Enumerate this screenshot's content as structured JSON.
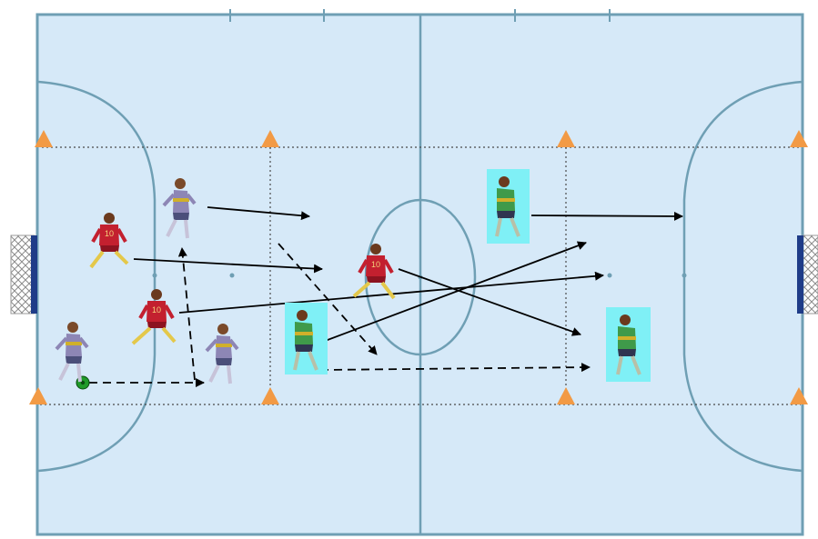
{
  "colors": {
    "court_fill": "#d6e9f8",
    "court_line": "#6f9fb4",
    "cone": "#f29a45",
    "arrow": "#000000",
    "goal_frame": "#1f3c88",
    "red_kit": "#c3202f",
    "purple_kit": "#8d86b5",
    "green_kit": "#3f9a4a",
    "green_highlight": "#7ff0f6",
    "ball": "#1f9a2a"
  },
  "players": [
    {
      "team": "purple",
      "icon": "purple-player-icon"
    },
    {
      "team": "purple",
      "icon": "purple-player-icon"
    },
    {
      "team": "purple",
      "icon": "purple-player-icon"
    },
    {
      "team": "red",
      "icon": "red-player-icon",
      "number": "10"
    },
    {
      "team": "red",
      "icon": "red-player-icon",
      "number": "10"
    },
    {
      "team": "red",
      "icon": "red-player-icon",
      "number": "10"
    },
    {
      "team": "green",
      "icon": "green-player-icon"
    },
    {
      "team": "green",
      "icon": "green-player-icon"
    },
    {
      "team": "green",
      "icon": "green-player-icon"
    }
  ],
  "arrows": [
    {
      "style": "solid",
      "meaning": "run"
    },
    {
      "style": "solid",
      "meaning": "run"
    },
    {
      "style": "solid",
      "meaning": "run"
    },
    {
      "style": "solid",
      "meaning": "run"
    },
    {
      "style": "solid",
      "meaning": "run"
    },
    {
      "style": "solid",
      "meaning": "run"
    },
    {
      "style": "dashed",
      "meaning": "pass"
    },
    {
      "style": "dashed",
      "meaning": "pass"
    },
    {
      "style": "dashed",
      "meaning": "pass"
    },
    {
      "style": "dashed",
      "meaning": "pass"
    }
  ],
  "cones_count": 8,
  "ball": {
    "icon": "ball-icon"
  }
}
